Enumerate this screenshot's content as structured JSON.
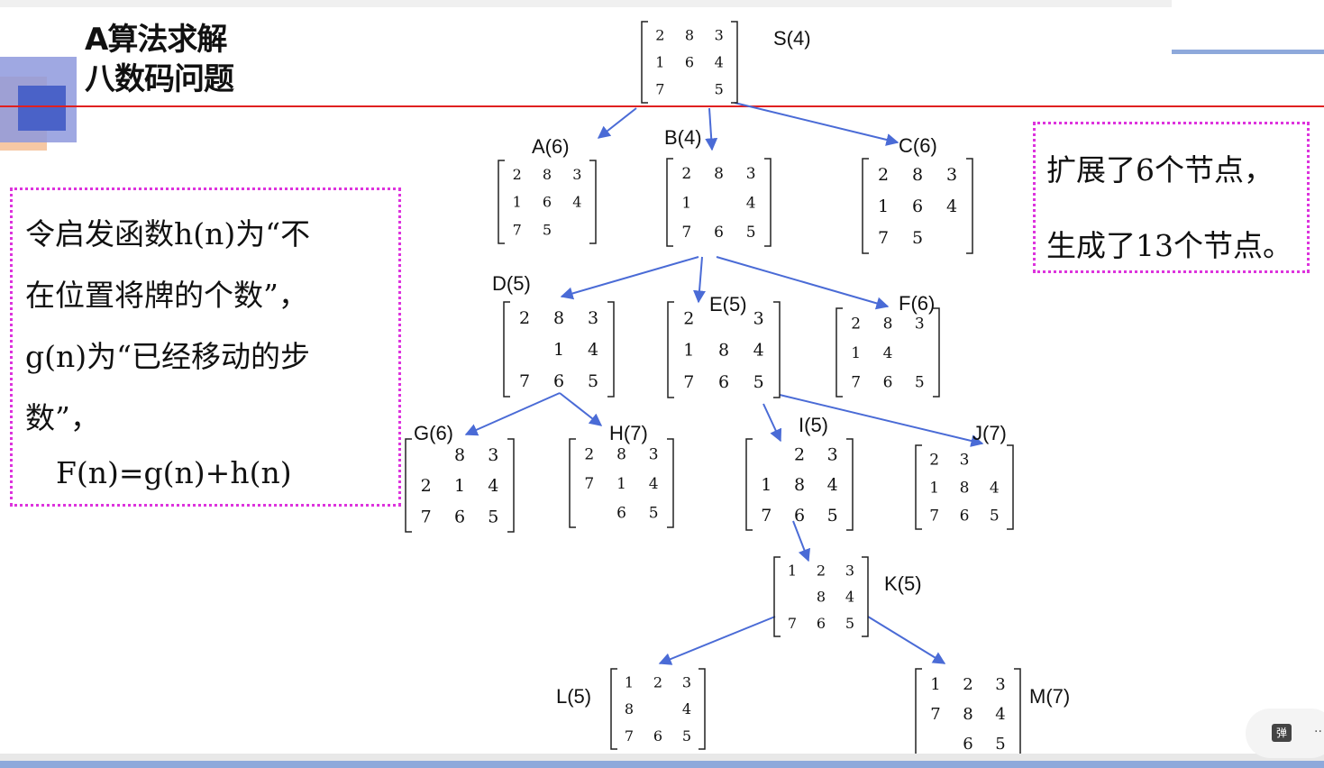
{
  "slide": {
    "title_line1": "A算法求解",
    "title_line2": "八数码问题"
  },
  "left_note": {
    "lines": [
      "令启发函数h(n)为“不",
      "在位置将牌的个数”，",
      "g(n)为“已经移动的步",
      "数”，",
      "F(n)=g(n)+h(n)"
    ]
  },
  "right_note": {
    "lines": [
      "扩展了6个节点，",
      "生成了13个节点。"
    ]
  },
  "colors": {
    "edge": "#4a6bd6",
    "dotted_border": "#dd33dd",
    "divider": "#e02020"
  },
  "tree": {
    "nodes": [
      {
        "id": "S",
        "label": "S(4)",
        "grid": [
          "2",
          "8",
          "3",
          "1",
          "6",
          "4",
          "7",
          "",
          "5"
        ]
      },
      {
        "id": "A",
        "label": "A(6)",
        "grid": [
          "2",
          "8",
          "3",
          "1",
          "6",
          "4",
          "7",
          "5",
          ""
        ]
      },
      {
        "id": "B",
        "label": "B(4)",
        "grid": [
          "2",
          "8",
          "3",
          "1",
          "",
          "4",
          "7",
          "6",
          "5"
        ]
      },
      {
        "id": "C",
        "label": "C(6)",
        "grid": [
          "2",
          "8",
          "3",
          "1",
          "6",
          "4",
          "7",
          "5",
          ""
        ]
      },
      {
        "id": "D",
        "label": "D(5)",
        "grid": [
          "2",
          "8",
          "3",
          "",
          "1",
          "4",
          "7",
          "6",
          "5"
        ]
      },
      {
        "id": "E",
        "label": "E(5)",
        "grid": [
          "2",
          "",
          "3",
          "1",
          "8",
          "4",
          "7",
          "6",
          "5"
        ]
      },
      {
        "id": "F",
        "label": "F(6)",
        "grid": [
          "2",
          "8",
          "3",
          "1",
          "4",
          "",
          "7",
          "6",
          "5"
        ]
      },
      {
        "id": "G",
        "label": "G(6)",
        "grid": [
          "",
          "8",
          "3",
          "2",
          "1",
          "4",
          "7",
          "6",
          "5"
        ]
      },
      {
        "id": "H",
        "label": "H(7)",
        "grid": [
          "2",
          "8",
          "3",
          "7",
          "1",
          "4",
          "",
          "6",
          "5"
        ]
      },
      {
        "id": "I",
        "label": "I(5)",
        "grid": [
          "",
          "2",
          "3",
          "1",
          "8",
          "4",
          "7",
          "6",
          "5"
        ]
      },
      {
        "id": "J",
        "label": "J(7)",
        "grid": [
          "2",
          "3",
          "",
          "1",
          "8",
          "4",
          "7",
          "6",
          "5"
        ]
      },
      {
        "id": "K",
        "label": "K(5)",
        "grid": [
          "1",
          "2",
          "3",
          "",
          "8",
          "4",
          "7",
          "6",
          "5"
        ]
      },
      {
        "id": "L",
        "label": "L(5)",
        "grid": [
          "1",
          "2",
          "3",
          "8",
          "",
          "4",
          "7",
          "6",
          "5"
        ]
      },
      {
        "id": "M",
        "label": "M(7)",
        "grid": [
          "1",
          "2",
          "3",
          "7",
          "8",
          "4",
          "",
          "6",
          "5"
        ]
      }
    ],
    "edges": [
      [
        "S",
        "A"
      ],
      [
        "S",
        "B"
      ],
      [
        "S",
        "C"
      ],
      [
        "B",
        "D"
      ],
      [
        "B",
        "E"
      ],
      [
        "B",
        "F"
      ],
      [
        "D",
        "G"
      ],
      [
        "D",
        "H"
      ],
      [
        "E",
        "I"
      ],
      [
        "E",
        "J"
      ],
      [
        "I",
        "K"
      ],
      [
        "K",
        "L"
      ],
      [
        "K",
        "M"
      ]
    ]
  },
  "overlay": {
    "danmu_label": "弹",
    "more_label": "··"
  }
}
